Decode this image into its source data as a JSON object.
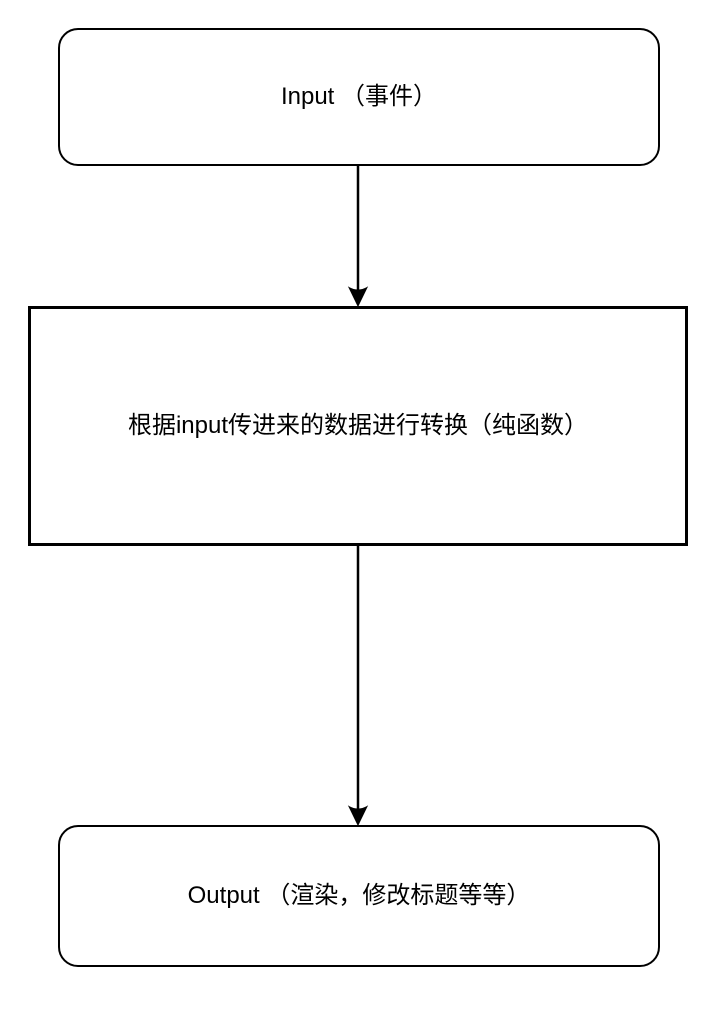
{
  "page": {
    "background_color": "#ffffff"
  },
  "flowchart": {
    "type": "flowchart",
    "direction": "top-to-bottom",
    "nodes": [
      {
        "id": "input",
        "shape": "rounded-rectangle",
        "label": "Input （事件）"
      },
      {
        "id": "transform",
        "shape": "rectangle",
        "label": "根据input传进来的数据进行转换（纯函数）"
      },
      {
        "id": "output",
        "shape": "rounded-rectangle",
        "label": "Output （渲染，修改标题等等）"
      }
    ],
    "edges": [
      {
        "from": "input",
        "to": "transform",
        "style": "solid",
        "arrowhead": "filled-triangle-down"
      },
      {
        "from": "transform",
        "to": "output",
        "style": "solid",
        "arrowhead": "filled-triangle-down"
      }
    ],
    "colors": {
      "stroke": "#000000",
      "node_fill": "#ffffff",
      "text": "#000000"
    }
  }
}
